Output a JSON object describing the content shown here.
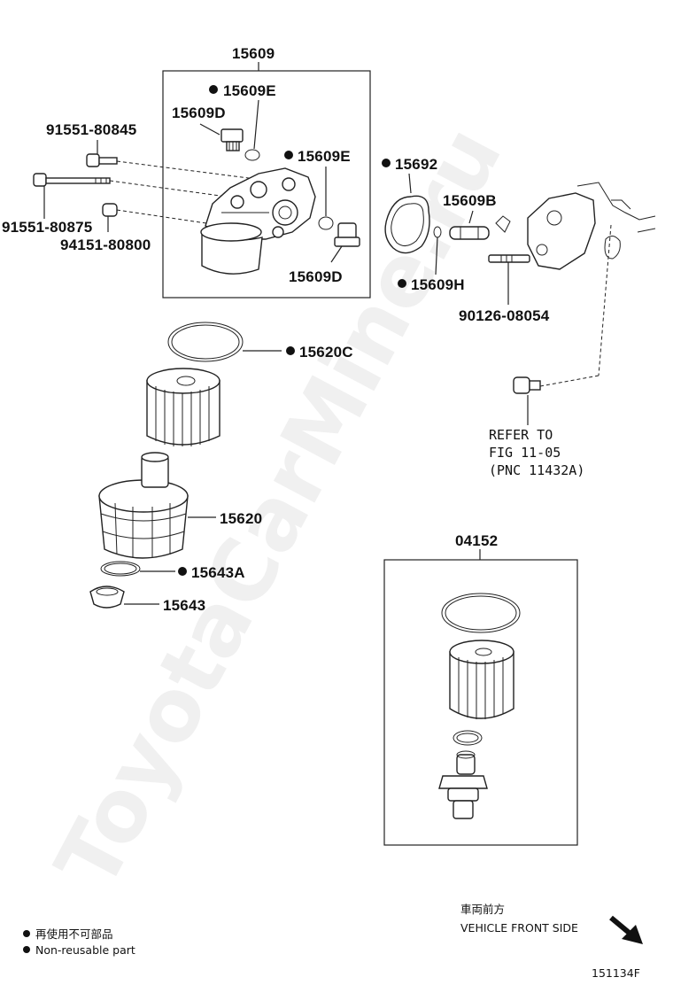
{
  "watermark": "ToyotaCarMine.ru",
  "assemblies": {
    "housing": "15609",
    "kit": "04152"
  },
  "callouts": {
    "p15609E_top": "15609E",
    "p15609D_top": "15609D",
    "p91551_80845": "91551-80845",
    "p15609E_right": "15609E",
    "p91551_80875": "91551-80875",
    "p94151_80800": "94151-80800",
    "p15609D_bottom": "15609D",
    "p15692": "15692",
    "p15609B": "15609B",
    "p15609H": "15609H",
    "p90126_08054": "90126-08054",
    "p15620C": "15620C",
    "p15620": "15620",
    "p15643A": "15643A",
    "p15643": "15643"
  },
  "refer": {
    "line1": "REFER TO",
    "line2": "FIG 11-05",
    "line3": "(PNC 11432A)"
  },
  "direction": {
    "jp": "車両前方",
    "en": "VEHICLE FRONT SIDE"
  },
  "legend": {
    "jp": "再使用不可部品",
    "en": "Non-reusable part"
  },
  "figure_id": "151134F"
}
